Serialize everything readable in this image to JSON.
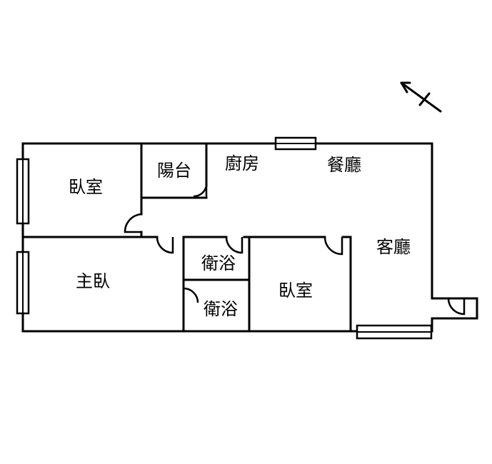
{
  "rooms": {
    "bedroom_nw": "臥室",
    "balcony": "陽台",
    "kitchen": "廚房",
    "dining": "餐廳",
    "master_bedroom": "主臥",
    "bath_upper": "衛浴",
    "bath_lower": "衛浴",
    "bedroom_center": "臥室",
    "living_room": "客廳"
  },
  "compass": {
    "icon": "north-arrow-icon"
  }
}
